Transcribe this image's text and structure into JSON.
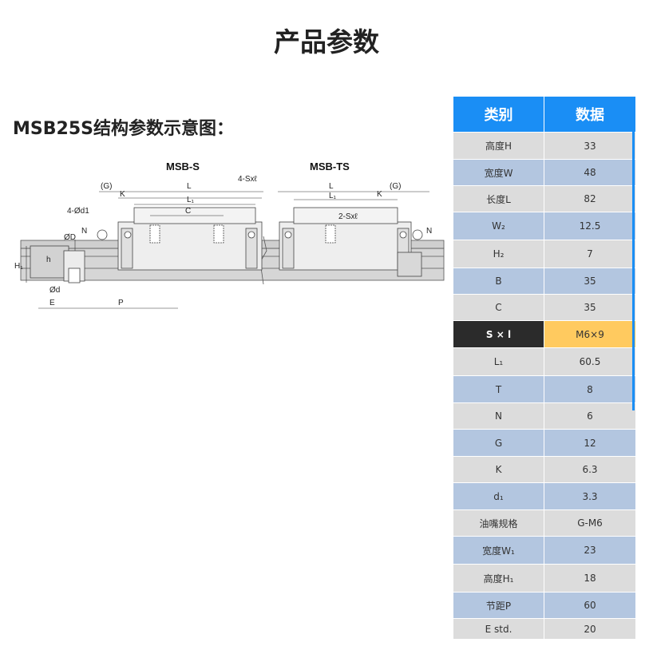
{
  "page": {
    "title": "产品参数",
    "section_title": "MSB25S结构参数示意图："
  },
  "diagram": {
    "left_title": "MSB-S",
    "right_title": "MSB-TS",
    "labels": {
      "G": "(G)",
      "K": "K",
      "L": "L",
      "L1": "L₁",
      "C": "C",
      "d1": "4-Ød1",
      "sxl4": "4-Sxℓ",
      "sxl2": "2-Sxℓ",
      "N": "N",
      "D": "ØD",
      "h": "h",
      "H1": "H₁",
      "d": "Ød",
      "E": "E",
      "P": "P"
    }
  },
  "table": {
    "headers": [
      "类别",
      "数据"
    ],
    "rows": [
      {
        "name": "高度H",
        "value": "33"
      },
      {
        "name": "宽度W",
        "value": "48"
      },
      {
        "name": "长度L",
        "value": "82"
      },
      {
        "name": "W₂",
        "value": "12.5"
      },
      {
        "name": "H₂",
        "value": "7"
      },
      {
        "name": "B",
        "value": "35"
      },
      {
        "name": "C",
        "value": "35"
      },
      {
        "name": "S × l",
        "value": "M6×9"
      },
      {
        "name": "L₁",
        "value": "60.5"
      },
      {
        "name": "T",
        "value": "8"
      },
      {
        "name": "N",
        "value": "6"
      },
      {
        "name": "G",
        "value": "12"
      },
      {
        "name": "K",
        "value": "6.3"
      },
      {
        "name": "d₁",
        "value": "3.3"
      },
      {
        "name": "油嘴规格",
        "value": "G-M6"
      },
      {
        "name": "宽度W₁",
        "value": "23"
      },
      {
        "name": "高度H₁",
        "value": "18"
      },
      {
        "name": "节距P",
        "value": "60"
      },
      {
        "name": "E std.",
        "value": "20"
      }
    ]
  },
  "colors": {
    "header_blue": "#1a8ef5",
    "row_gray": "#dcdcdc",
    "row_blue": "#b3c6e0",
    "highlight_dark": "#2b2b2b",
    "highlight_orange": "#ffca5f"
  }
}
